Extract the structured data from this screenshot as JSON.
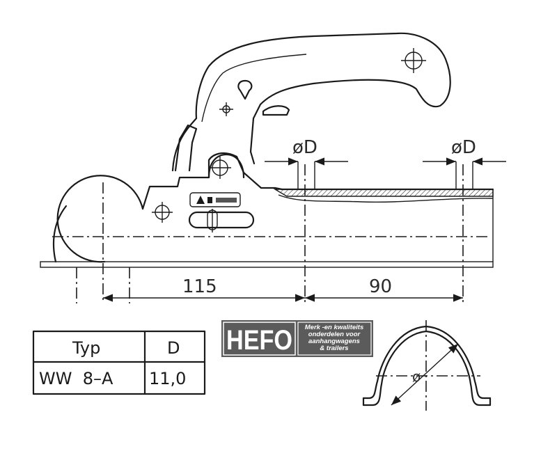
{
  "dimensions": {
    "diameter_label_1": "øD",
    "diameter_label_2": "øD",
    "length_1": "115",
    "length_2": "90",
    "profile_diameter_label": "ø"
  },
  "spec_table": {
    "headers": [
      "Typ",
      "D"
    ],
    "rows": [
      [
        "WW  8–A",
        "11,0"
      ]
    ]
  },
  "logo": {
    "brand": "HEFO",
    "tagline_lines": [
      "Merk -en kwaliteits",
      "onderdelen voor",
      "aanhangwagens",
      "& trailers"
    ],
    "background_color": "#5b5b5b"
  }
}
